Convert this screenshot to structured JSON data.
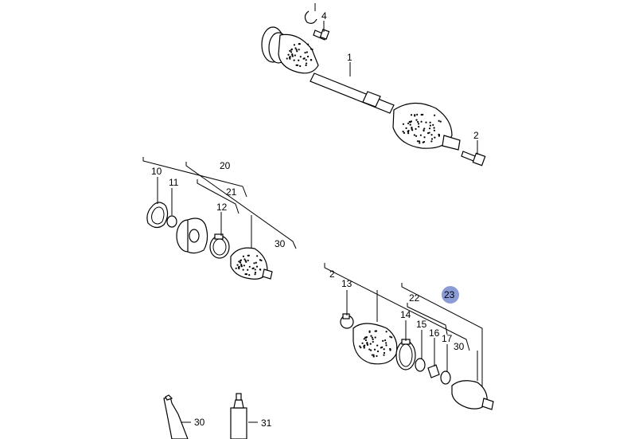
{
  "callouts": {
    "c1": "1",
    "c2_top": "2",
    "c4": "4",
    "c10": "10",
    "c11": "11",
    "c12": "12",
    "c20": "20",
    "c21": "21",
    "c30_left": "30",
    "c2_right": "2",
    "c13": "13",
    "c14": "14",
    "c15": "15",
    "c16": "16",
    "c17": "17",
    "c22": "22",
    "c23": "23",
    "c30_right": "30",
    "c30_bottom": "30",
    "c31": "31"
  },
  "highlight_color": "#8a9bd6"
}
